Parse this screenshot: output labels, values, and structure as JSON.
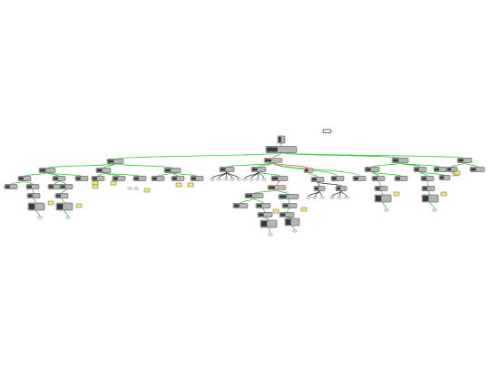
{
  "diagram": {
    "kind": "tree",
    "root": "node",
    "status_box": "gray",
    "highlight_color": "#e04a3a",
    "edge_color": "#22c230",
    "node_fill": "#b5b5b5",
    "node_dark": "#3a3a3a",
    "note_fill": "#f4ec72",
    "leaf_fill": "#d9d9d9",
    "branches": [
      {
        "id": "left",
        "descendants": 34
      },
      {
        "id": "center",
        "descendants": 22
      },
      {
        "id": "center-right",
        "descendants": 12
      },
      {
        "id": "right",
        "descendants": 18
      },
      {
        "id": "far-right",
        "descendants": 8
      }
    ]
  }
}
